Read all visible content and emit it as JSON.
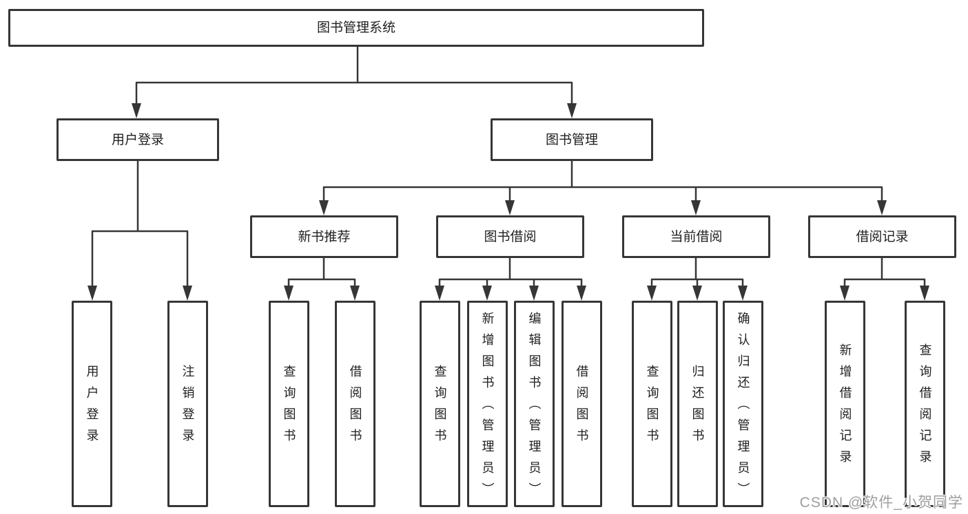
{
  "tree": {
    "root": {
      "label": "图书管理系统"
    },
    "children": [
      {
        "label": "用户登录",
        "children": [
          {
            "label": "用户登录"
          },
          {
            "label": "注销登录"
          }
        ]
      },
      {
        "label": "图书管理",
        "children": [
          {
            "label": "新书推荐",
            "children": [
              {
                "label": "查询图书"
              },
              {
                "label": "借阅图书"
              }
            ]
          },
          {
            "label": "图书借阅",
            "children": [
              {
                "label": "查询图书"
              },
              {
                "label": "新增图书（管理员）"
              },
              {
                "label": "编辑图书（管理员）"
              },
              {
                "label": "借阅图书"
              }
            ]
          },
          {
            "label": "当前借阅",
            "children": [
              {
                "label": "查询图书"
              },
              {
                "label": "归还图书"
              },
              {
                "label": "确认归还（管理员）"
              }
            ]
          },
          {
            "label": "借阅记录",
            "children": [
              {
                "label": "新增借阅记录"
              },
              {
                "label": "查询借阅记录"
              }
            ]
          }
        ]
      }
    ]
  },
  "watermark": {
    "text": "CSDN @软件_小贺同学"
  },
  "colors": {
    "line": "#363636",
    "box_border": "#363636",
    "box_fill": "#ffffff",
    "text": "#1f1f1f",
    "watermark": "#9e9e9e",
    "background": "#ffffff"
  }
}
